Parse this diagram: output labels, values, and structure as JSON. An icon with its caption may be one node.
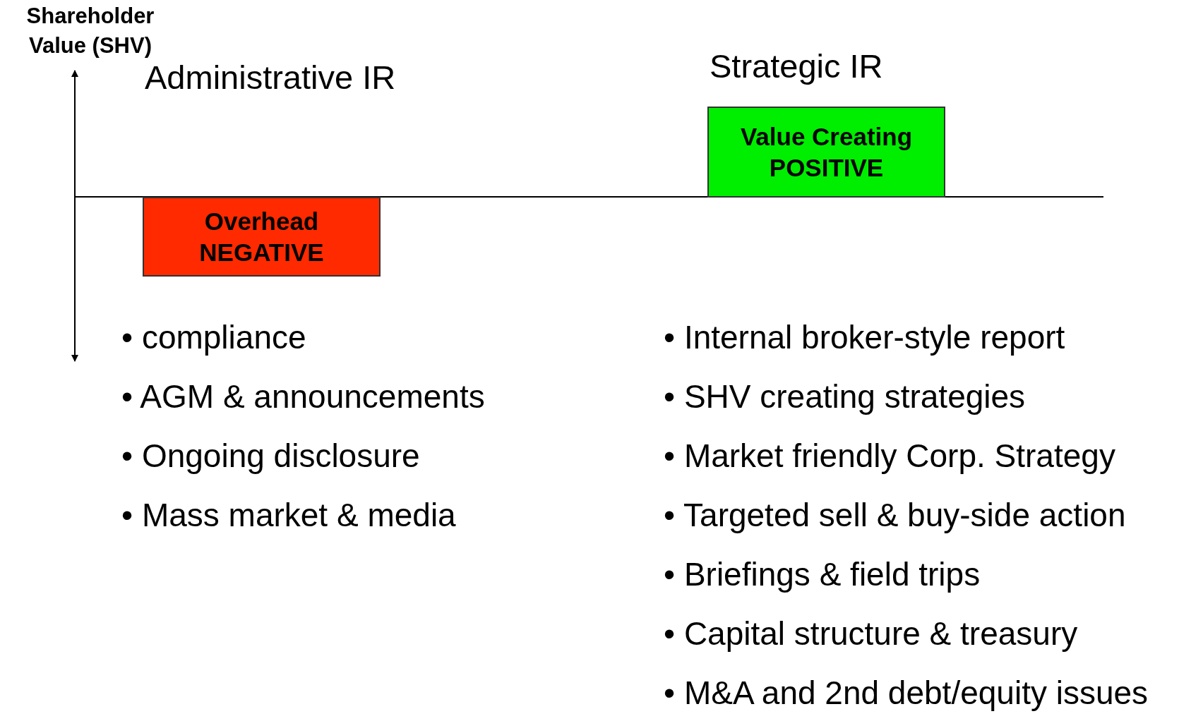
{
  "diagram": {
    "nodes": [
      {
        "text": [
          "Overhead NEGATIVE"
        ]
      },
      {
        "text": [
          "Value Creating POSITIVE"
        ]
      }
    ],
    "edges": [],
    "labels": [
      "Shareholder Value (SHV)",
      "Administrative IR",
      "Strategic IR",
      "• compliance",
      "• AGM & announcements",
      "• Ongoing disclosure",
      "• Mass market & media",
      "• Internal broker-style report",
      "• SHV creating strategies",
      "• Market friendly Corp. Strategy",
      "• Targeted sell & buy-side action",
      "• Briefings & field trips",
      "• Capital structure & treasury",
      "• M&A and 2nd debt/equity issues"
    ]
  }
}
